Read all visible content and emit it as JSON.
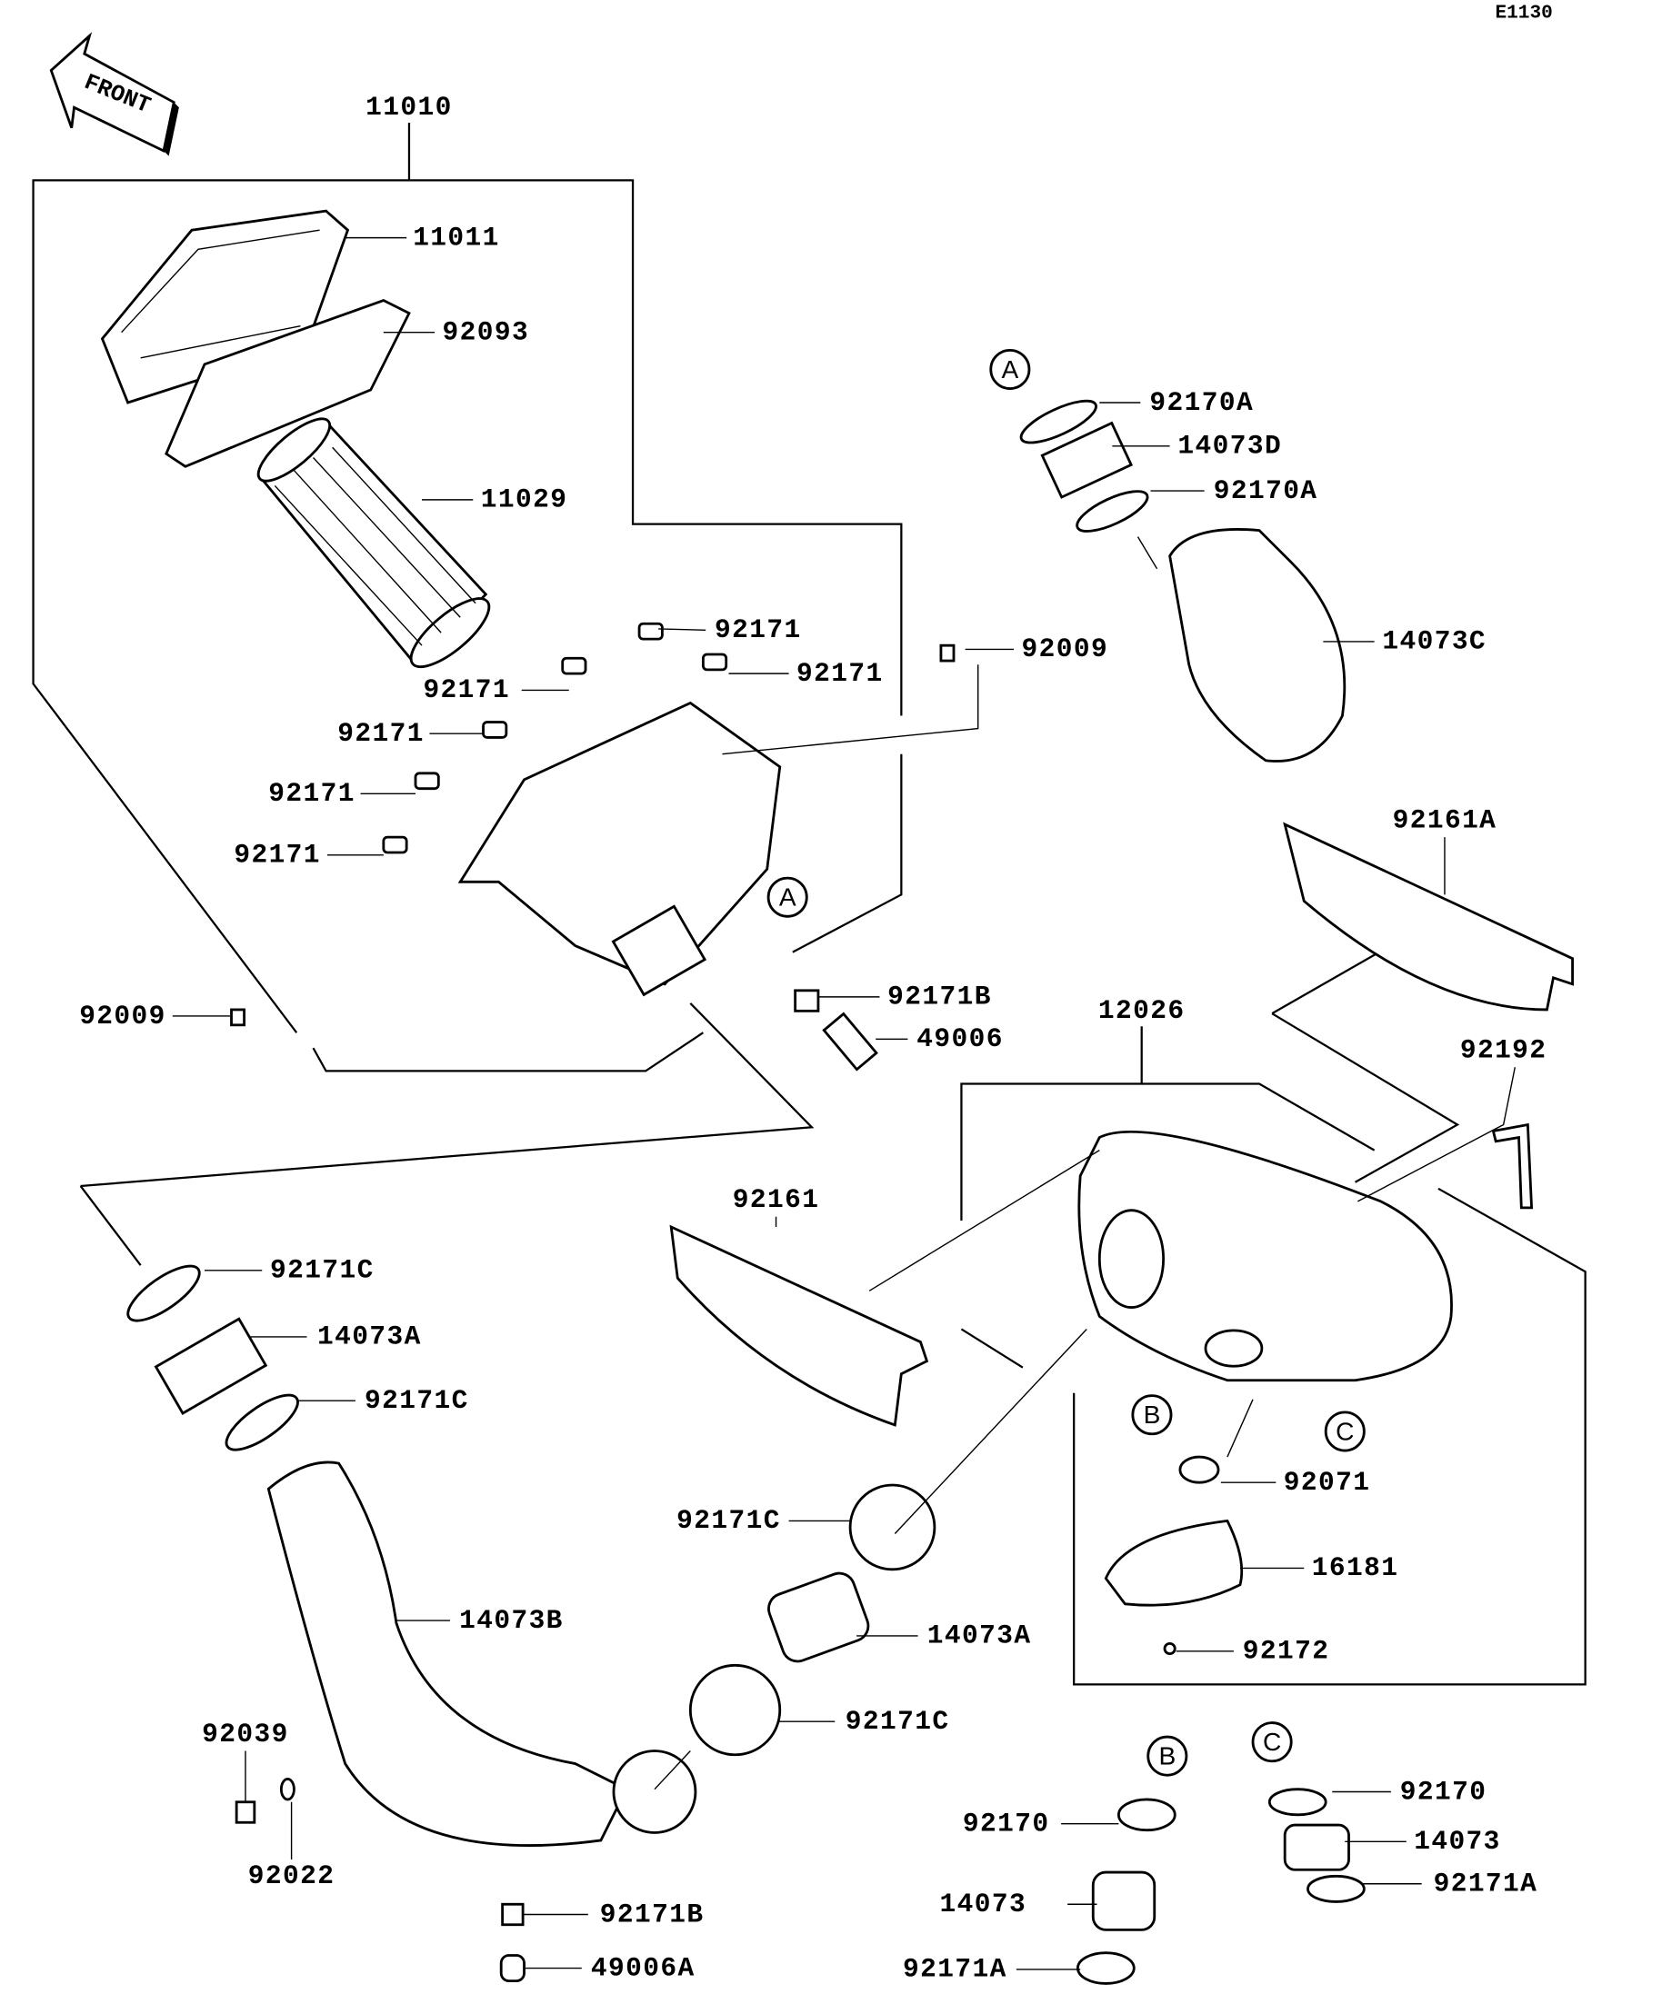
{
  "diagram_code": "E1130",
  "front_label": "FRONT",
  "labels": [
    "11010",
    "11011",
    "92093",
    "11029",
    "92170A",
    "14073D",
    "92170A",
    "14073C",
    "92171",
    "92171",
    "92171",
    "92171",
    "92171",
    "92171",
    "92009",
    "92161A",
    "92171B",
    "49006",
    "92009",
    "12026",
    "92192",
    "92161",
    "92171C",
    "14073A",
    "92171C",
    "92071",
    "16181",
    "92172",
    "92171C",
    "14073A",
    "14073B",
    "92171C",
    "92039",
    "92022",
    "92171B",
    "49006A",
    "92170",
    "14073",
    "92171A",
    "92170",
    "14073",
    "92171A"
  ],
  "callouts": [
    "A",
    "A",
    "B",
    "C",
    "B",
    "C"
  ]
}
